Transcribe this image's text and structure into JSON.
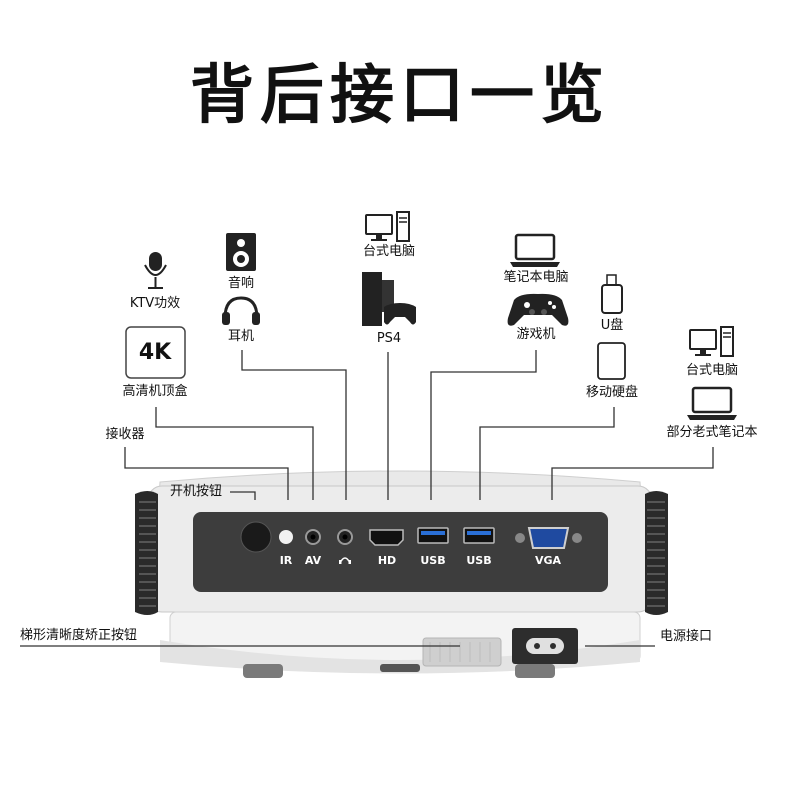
{
  "title": "背后接口一览",
  "labels": {
    "ktv": "KTV功效",
    "box4k_text": "4K",
    "settop": "高清机顶盒",
    "speaker": "音响",
    "headphone": "耳机",
    "desktop1": "台式电脑",
    "ps4": "PS4",
    "laptop1": "笔记本电脑",
    "gamepad": "游戏机",
    "udisk": "U盘",
    "hdd": "移动硬盘",
    "desktop2": "台式电脑",
    "laptop2": "部分老式笔记本",
    "receiver": "接收器",
    "power_button": "开机按钮",
    "keystone": "梯形清晰度矫正按钮",
    "power_port": "电源接口"
  },
  "ports": {
    "ir": "IR",
    "av": "AV",
    "hd": "HD",
    "usb1": "USB",
    "usb2": "USB",
    "vga": "VGA"
  },
  "colors": {
    "panel": "#3d3d3d",
    "body": "#e6e6e6",
    "line": "#333333"
  }
}
